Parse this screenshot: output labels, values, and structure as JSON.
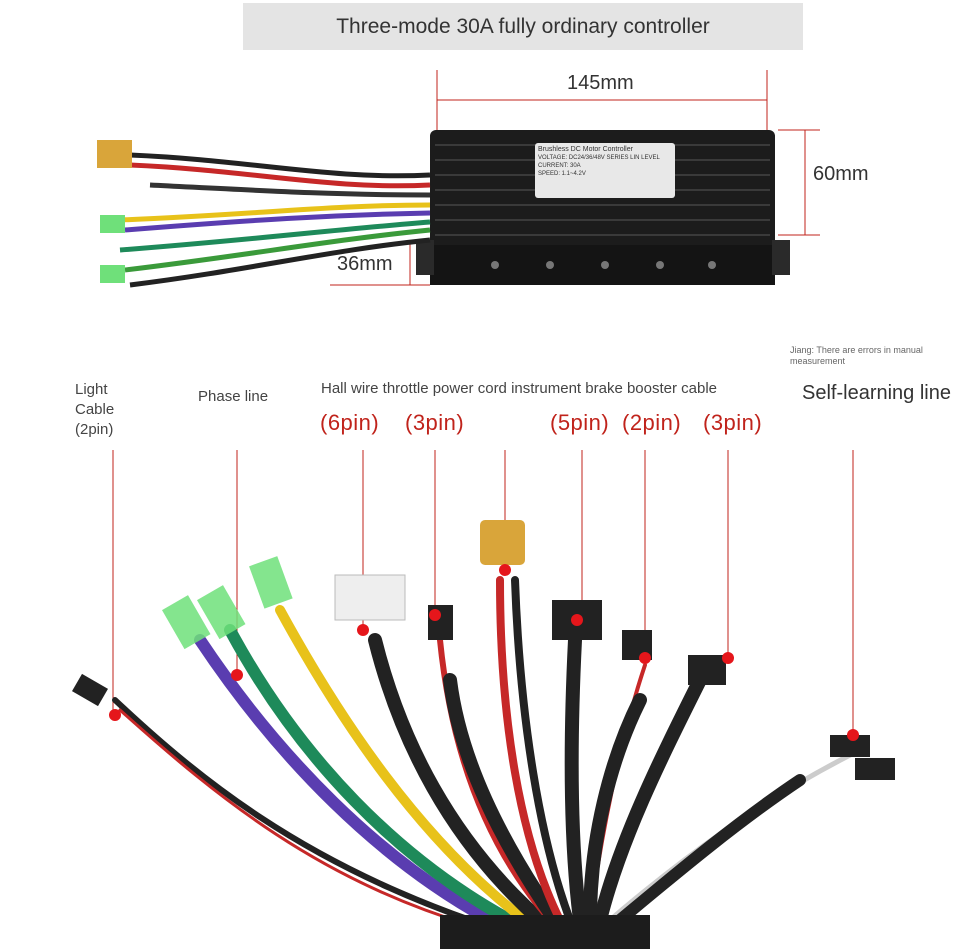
{
  "title": "Three-mode 30A fully ordinary controller",
  "dimensions": {
    "length": "145mm",
    "width": "60mm",
    "height": "36mm"
  },
  "controller_label": {
    "heading": "Brushless DC Motor Controller",
    "line1": "VOLTAGE: DC24/36/48V  SERIES LIN LEVEL",
    "line2": "CURRENT: 30A",
    "line3": "SPEED: 1.1~4.2V"
  },
  "labels": {
    "light_cable": [
      "Light",
      "Cable",
      "(2pin)"
    ],
    "phase_line": "Phase line",
    "group_header": "Hall wire throttle power cord instrument brake booster cable",
    "pins": [
      "(6pin)",
      "(3pin)",
      "(5pin)",
      "(2pin)",
      "(3pin)"
    ],
    "self_learning": "Self-learning line",
    "note": "Jiang: There are errors in manual measurement"
  },
  "colors": {
    "accent": "#c0231b",
    "marker": "#e5161b",
    "controller": "#1c1c1c"
  }
}
